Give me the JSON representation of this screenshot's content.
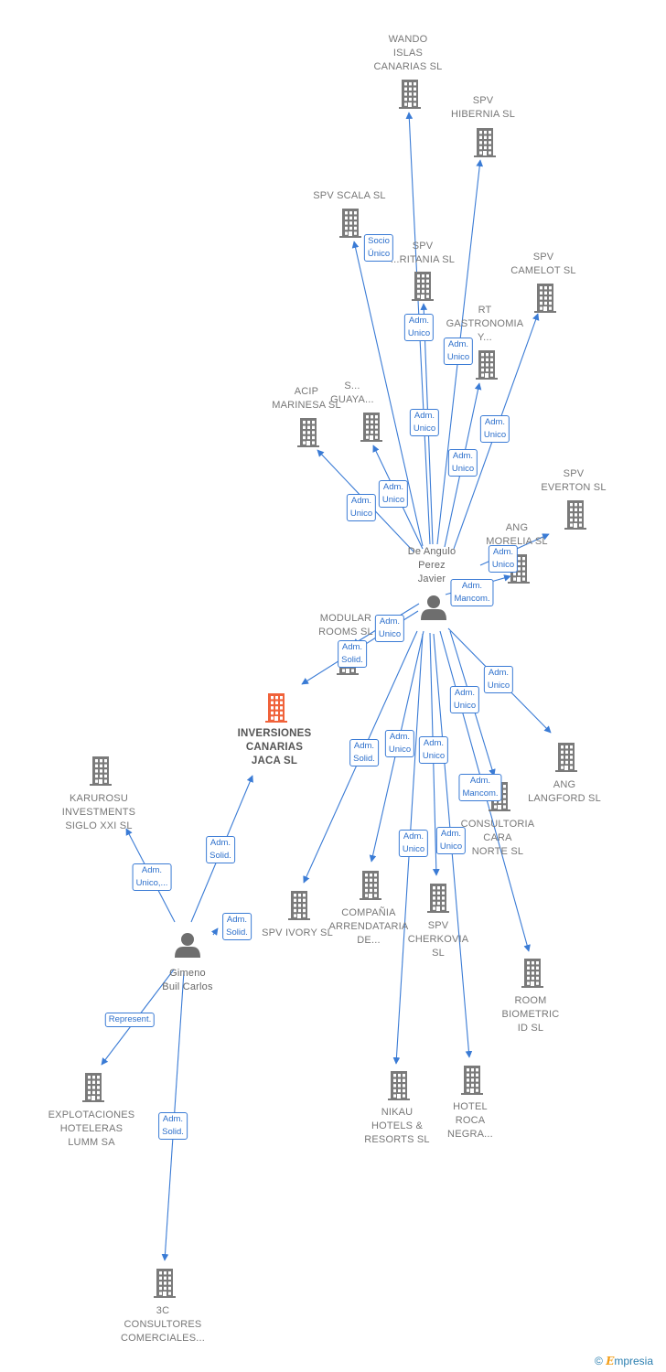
{
  "colors": {
    "edge": "#3a7bd5",
    "building": "#7a7a7a",
    "highlight": "#f0623a",
    "badge_text": "#2c6fcb"
  },
  "nodes": [
    {
      "id": "wando",
      "type": "company",
      "label": "WANDO\nISLAS\nCANARIAS  SL",
      "icon": "building-icon"
    },
    {
      "id": "hibernia",
      "type": "company",
      "label": "SPV\nHIBERNIA  SL",
      "icon": "building-icon"
    },
    {
      "id": "scala",
      "type": "company",
      "label": "SPV SCALA  SL",
      "icon": "building-icon"
    },
    {
      "id": "ritania",
      "type": "company",
      "label": "SPV\n...RITANIA  SL",
      "icon": "building-icon"
    },
    {
      "id": "camelot",
      "type": "company",
      "label": "SPV\nCAMELOT  SL",
      "icon": "building-icon"
    },
    {
      "id": "rtgastro",
      "type": "company",
      "label": "RT\nGASTRONOMIA\nY...",
      "icon": "building-icon"
    },
    {
      "id": "acip",
      "type": "company",
      "label": "ACIP\nMARINESA  SL",
      "icon": "building-icon"
    },
    {
      "id": "guaya",
      "type": "company",
      "label": "S...\nGUAYA...",
      "icon": "building-icon"
    },
    {
      "id": "everton",
      "type": "company",
      "label": "SPV\nEVERTON  SL",
      "icon": "building-icon"
    },
    {
      "id": "morelia",
      "type": "company",
      "label": "ANG\nMORELIA  SL",
      "icon": "building-icon"
    },
    {
      "id": "javier",
      "type": "person",
      "label": "De Angulo\nPerez\nJavier",
      "icon": "person-icon"
    },
    {
      "id": "modular",
      "type": "company",
      "label": "MODULAR\nROOMS  SL",
      "icon": "building-icon"
    },
    {
      "id": "inversiones",
      "type": "main",
      "label": "INVERSIONES\nCANARIAS\nJACA  SL",
      "icon": "building-icon"
    },
    {
      "id": "karurosu",
      "type": "company",
      "label": "KARUROSU\nINVESTMENTS\nSIGLO XXI  SL",
      "icon": "building-icon"
    },
    {
      "id": "langford",
      "type": "company",
      "label": "ANG\nLANGFORD  SL",
      "icon": "building-icon"
    },
    {
      "id": "consultoria",
      "type": "company",
      "label": "CONSULTORIA\nCARA\nNORTE  SL",
      "icon": "building-icon"
    },
    {
      "id": "ivory",
      "type": "company",
      "label": "SPV IVORY  SL",
      "icon": "building-icon"
    },
    {
      "id": "compania",
      "type": "company",
      "label": "COMPAÑIA\nARRENDATARIA\nDE...",
      "icon": "building-icon"
    },
    {
      "id": "cherkovia",
      "type": "company",
      "label": "SPV\nCHERKOVIA\nSL",
      "icon": "building-icon"
    },
    {
      "id": "room",
      "type": "company",
      "label": "ROOM\nBIOMETRIC\nID  SL",
      "icon": "building-icon"
    },
    {
      "id": "gimeno",
      "type": "person",
      "label": "Gimeno\nBuil Carlos",
      "icon": "person-icon"
    },
    {
      "id": "explotaciones",
      "type": "company",
      "label": "EXPLOTACIONES\nHOTELERAS\nLUMM SA",
      "icon": "building-icon"
    },
    {
      "id": "nikau",
      "type": "company",
      "label": "NIKAU\nHOTELS &\nRESORTS  SL",
      "icon": "building-icon"
    },
    {
      "id": "hotelroca",
      "type": "company",
      "label": "HOTEL\nROCA\nNEGRA...",
      "icon": "building-icon"
    },
    {
      "id": "3c",
      "type": "company",
      "label": "3C\nCONSULTORES\nCOMERCIALES...",
      "icon": "building-icon"
    }
  ],
  "edges": [
    {
      "from": "javier",
      "to": "wando",
      "label": "Adm.\nUnico"
    },
    {
      "from": "javier",
      "to": "hibernia",
      "label": "Adm.\nUnico"
    },
    {
      "from": "javier",
      "to": "scala",
      "label": "Socio\nÚnico"
    },
    {
      "from": "javier",
      "to": "ritania",
      "label": "Adm.\nUnico"
    },
    {
      "from": "javier",
      "to": "camelot",
      "label": "Adm.\nUnico"
    },
    {
      "from": "javier",
      "to": "rtgastro",
      "label": "Adm.\nUnico"
    },
    {
      "from": "javier",
      "to": "acip",
      "label": "Adm.\nUnico"
    },
    {
      "from": "javier",
      "to": "guaya",
      "label": "Adm.\nUnico"
    },
    {
      "from": "javier",
      "to": "everton",
      "label": "Adm.\nUnico"
    },
    {
      "from": "javier",
      "to": "morelia",
      "label": "Adm.\nMancom."
    },
    {
      "from": "javier",
      "to": "modular",
      "label": "Adm.\nUnico"
    },
    {
      "from": "javier",
      "to": "inversiones",
      "label": "Adm.\nSolid."
    },
    {
      "from": "javier",
      "to": "langford",
      "label": "Adm.\nUnico"
    },
    {
      "from": "javier",
      "to": "consultoria",
      "label": "Adm.\nMancom."
    },
    {
      "from": "javier",
      "to": "ivory",
      "label": "Adm.\nSolid."
    },
    {
      "from": "javier",
      "to": "compania",
      "label": "Adm.\nUnico"
    },
    {
      "from": "javier",
      "to": "cherkovia",
      "label": "Adm.\nUnico"
    },
    {
      "from": "javier",
      "to": "room",
      "label": "Adm.\nUnico"
    },
    {
      "from": "javier",
      "to": "nikau",
      "label": "Adm.\nUnico"
    },
    {
      "from": "javier",
      "to": "hotelroca",
      "label": "Adm.\nUnico"
    },
    {
      "from": "gimeno",
      "to": "karurosu",
      "label": "Adm.\nUnico,..."
    },
    {
      "from": "gimeno",
      "to": "inversiones",
      "label": "Adm.\nSolid."
    },
    {
      "from": "gimeno",
      "to": "ivory",
      "label": "Adm.\nSolid."
    },
    {
      "from": "gimeno",
      "to": "explotaciones",
      "label": "Represent."
    },
    {
      "from": "gimeno",
      "to": "3c",
      "label": "Adm.\nSolid."
    }
  ],
  "brand": {
    "copyright": "©",
    "name": "mpresia",
    "initial": "E"
  }
}
